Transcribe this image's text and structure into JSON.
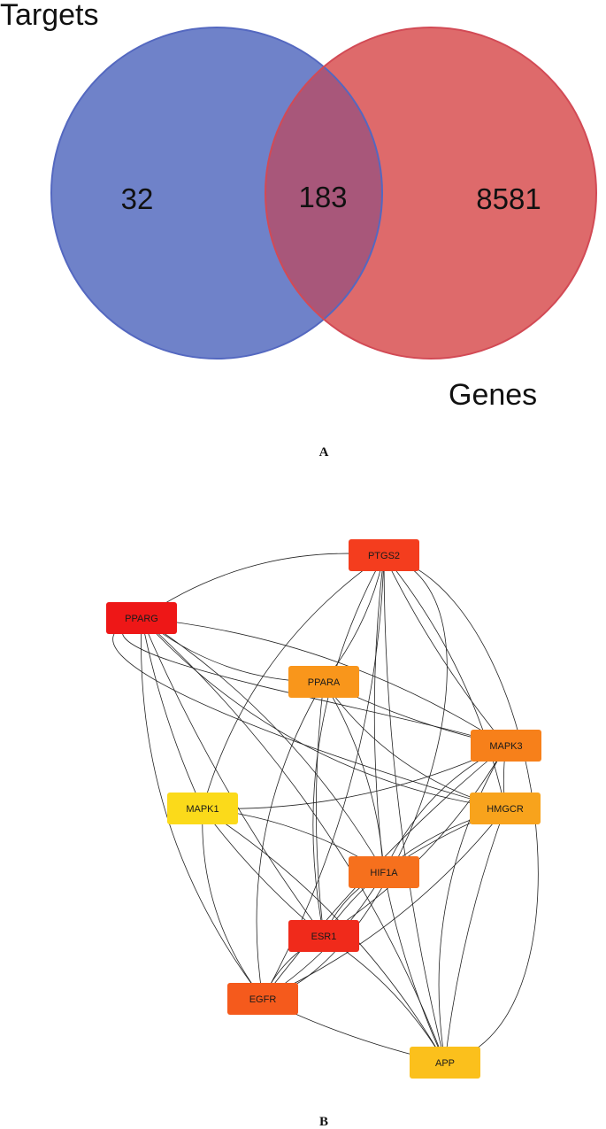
{
  "panel_a": {
    "caption": "A",
    "sets": [
      {
        "label": "Targets",
        "color": "#6f82c9",
        "stroke": "#5468c0"
      },
      {
        "label": "Genes",
        "color": "#de6a6b",
        "stroke": "#d24a55"
      }
    ],
    "overlap_color": "#a8577a",
    "counts": {
      "only_targets": "32",
      "both": "183",
      "only_genes": "8581"
    }
  },
  "panel_b": {
    "caption": "B",
    "nodes": [
      {
        "id": "PTGS2",
        "color": "#f43d1e"
      },
      {
        "id": "PPARG",
        "color": "#ee1717"
      },
      {
        "id": "PPARA",
        "color": "#f9961b"
      },
      {
        "id": "MAPK3",
        "color": "#f7801a"
      },
      {
        "id": "MAPK1",
        "color": "#fbda1a"
      },
      {
        "id": "HMGCR",
        "color": "#f8a31c"
      },
      {
        "id": "HIF1A",
        "color": "#f6701d"
      },
      {
        "id": "ESR1",
        "color": "#f02a1b"
      },
      {
        "id": "EGFR",
        "color": "#f55a1c"
      },
      {
        "id": "APP",
        "color": "#fbc01c"
      }
    ],
    "edges": [
      [
        "PTGS2",
        "PPARG"
      ],
      [
        "PTGS2",
        "PPARA"
      ],
      [
        "PTGS2",
        "MAPK3"
      ],
      [
        "PTGS2",
        "MAPK1"
      ],
      [
        "PTGS2",
        "HMGCR"
      ],
      [
        "PTGS2",
        "HIF1A"
      ],
      [
        "PTGS2",
        "ESR1"
      ],
      [
        "PTGS2",
        "EGFR"
      ],
      [
        "PTGS2",
        "APP"
      ],
      [
        "PPARG",
        "PPARA"
      ],
      [
        "PPARG",
        "MAPK3"
      ],
      [
        "PPARG",
        "MAPK1"
      ],
      [
        "PPARG",
        "HMGCR"
      ],
      [
        "PPARG",
        "HIF1A"
      ],
      [
        "PPARG",
        "ESR1"
      ],
      [
        "PPARG",
        "EGFR"
      ],
      [
        "PPARG",
        "APP"
      ],
      [
        "PPARA",
        "MAPK3"
      ],
      [
        "PPARA",
        "HMGCR"
      ],
      [
        "PPARA",
        "HIF1A"
      ],
      [
        "PPARA",
        "ESR1"
      ],
      [
        "PPARA",
        "EGFR"
      ],
      [
        "MAPK3",
        "MAPK1"
      ],
      [
        "MAPK3",
        "HMGCR"
      ],
      [
        "MAPK3",
        "HIF1A"
      ],
      [
        "MAPK3",
        "ESR1"
      ],
      [
        "MAPK3",
        "EGFR"
      ],
      [
        "MAPK3",
        "APP"
      ],
      [
        "MAPK1",
        "HIF1A"
      ],
      [
        "MAPK1",
        "ESR1"
      ],
      [
        "MAPK1",
        "EGFR"
      ],
      [
        "MAPK1",
        "APP"
      ],
      [
        "HMGCR",
        "HIF1A"
      ],
      [
        "HMGCR",
        "ESR1"
      ],
      [
        "HMGCR",
        "EGFR"
      ],
      [
        "HMGCR",
        "APP"
      ],
      [
        "HIF1A",
        "ESR1"
      ],
      [
        "HIF1A",
        "EGFR"
      ],
      [
        "HIF1A",
        "APP"
      ],
      [
        "ESR1",
        "EGFR"
      ],
      [
        "ESR1",
        "APP"
      ],
      [
        "EGFR",
        "APP"
      ]
    ]
  }
}
